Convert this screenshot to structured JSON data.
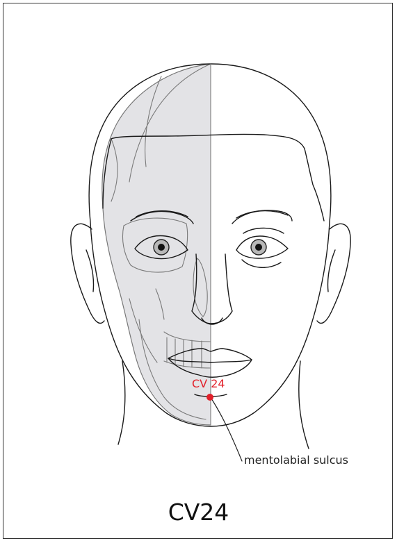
{
  "point": {
    "code": "CV 24",
    "color": "#e2202a"
  },
  "callout": {
    "text": "mentolabial sulcus"
  },
  "title": "CV24",
  "icons": [
    "head-outline",
    "skull-half-overlay",
    "acupoint-marker"
  ]
}
